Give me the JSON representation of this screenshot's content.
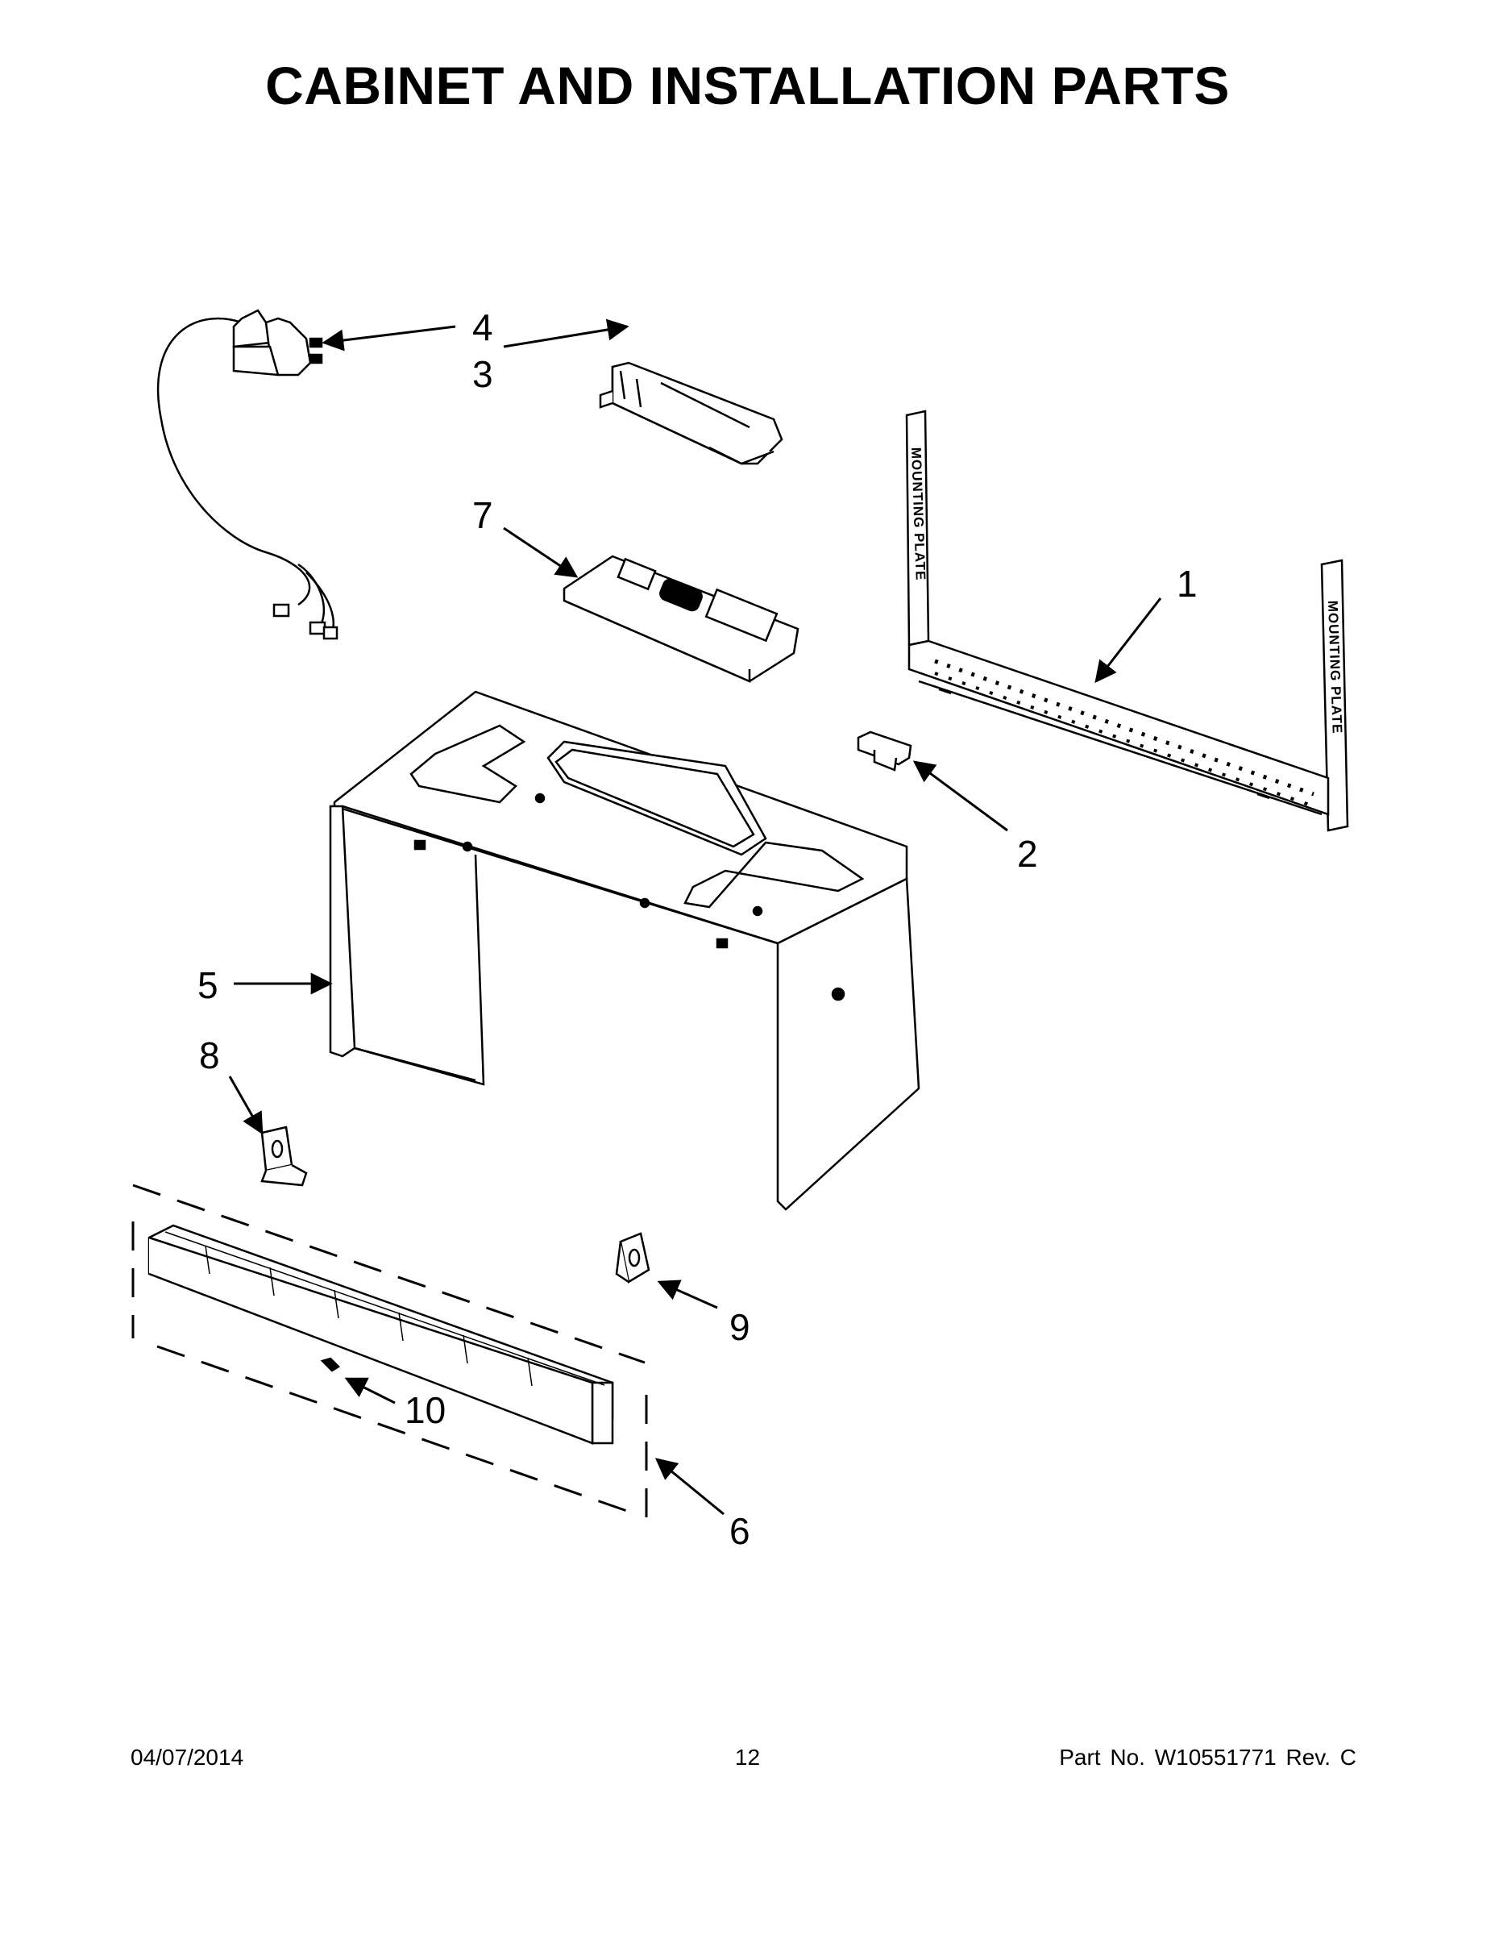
{
  "title": "CABINET AND INSTALLATION PARTS",
  "footer": {
    "date": "04/07/2014",
    "page": "12",
    "part_number": "Part No.  W10551771  Rev.  C"
  },
  "plate_label": "MOUNTING PLATE",
  "callouts": [
    "1",
    "2",
    "3",
    "4",
    "5",
    "6",
    "7",
    "8",
    "9",
    "10"
  ]
}
